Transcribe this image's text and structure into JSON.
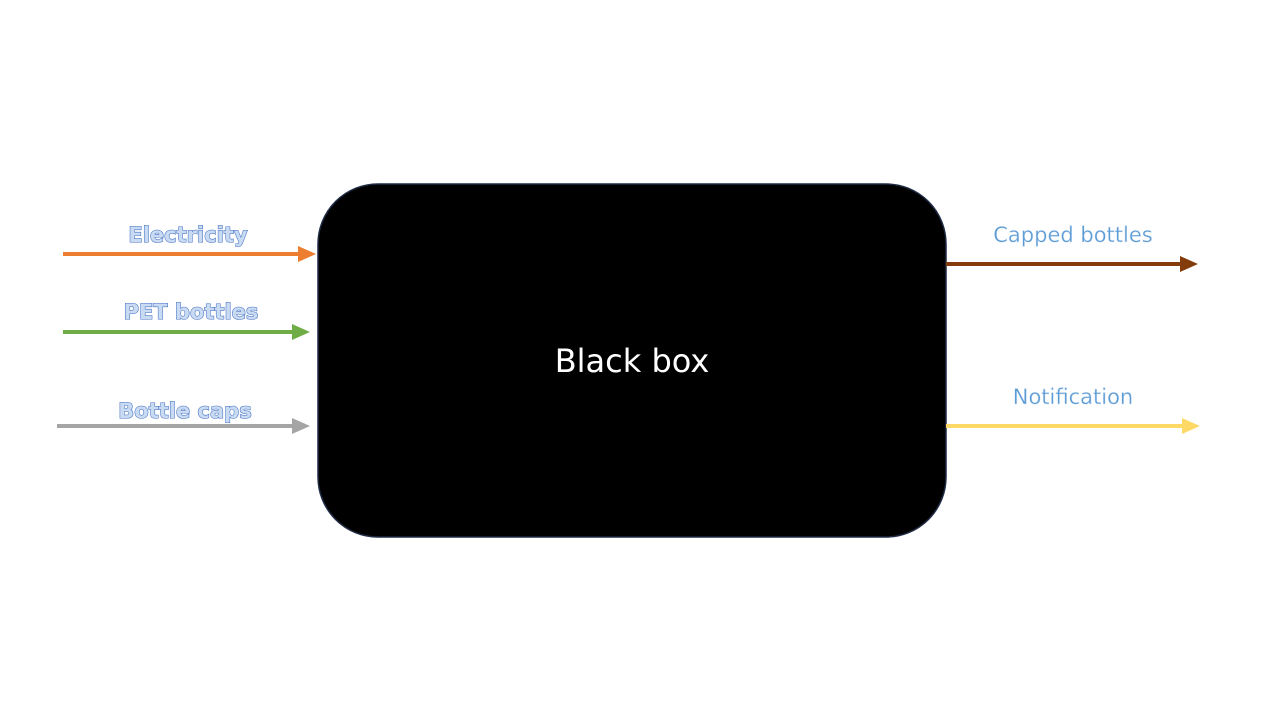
{
  "black_box": {
    "label": "Black box",
    "fill": "#000000",
    "stroke": "#1f2a44"
  },
  "inputs": [
    {
      "label": "Electricity",
      "color": "#ed7d31"
    },
    {
      "label": "PET bottles",
      "color": "#70ad47"
    },
    {
      "label": "Bottle caps",
      "color": "#a5a5a5"
    }
  ],
  "outputs": [
    {
      "label": "Capped bottles",
      "color": "#843c0c"
    },
    {
      "label": "Notification",
      "color": "#ffd966"
    }
  ],
  "colors": {
    "input_text": "#4472c4",
    "output_text": "#5b9bd5",
    "background": "#ffffff"
  }
}
